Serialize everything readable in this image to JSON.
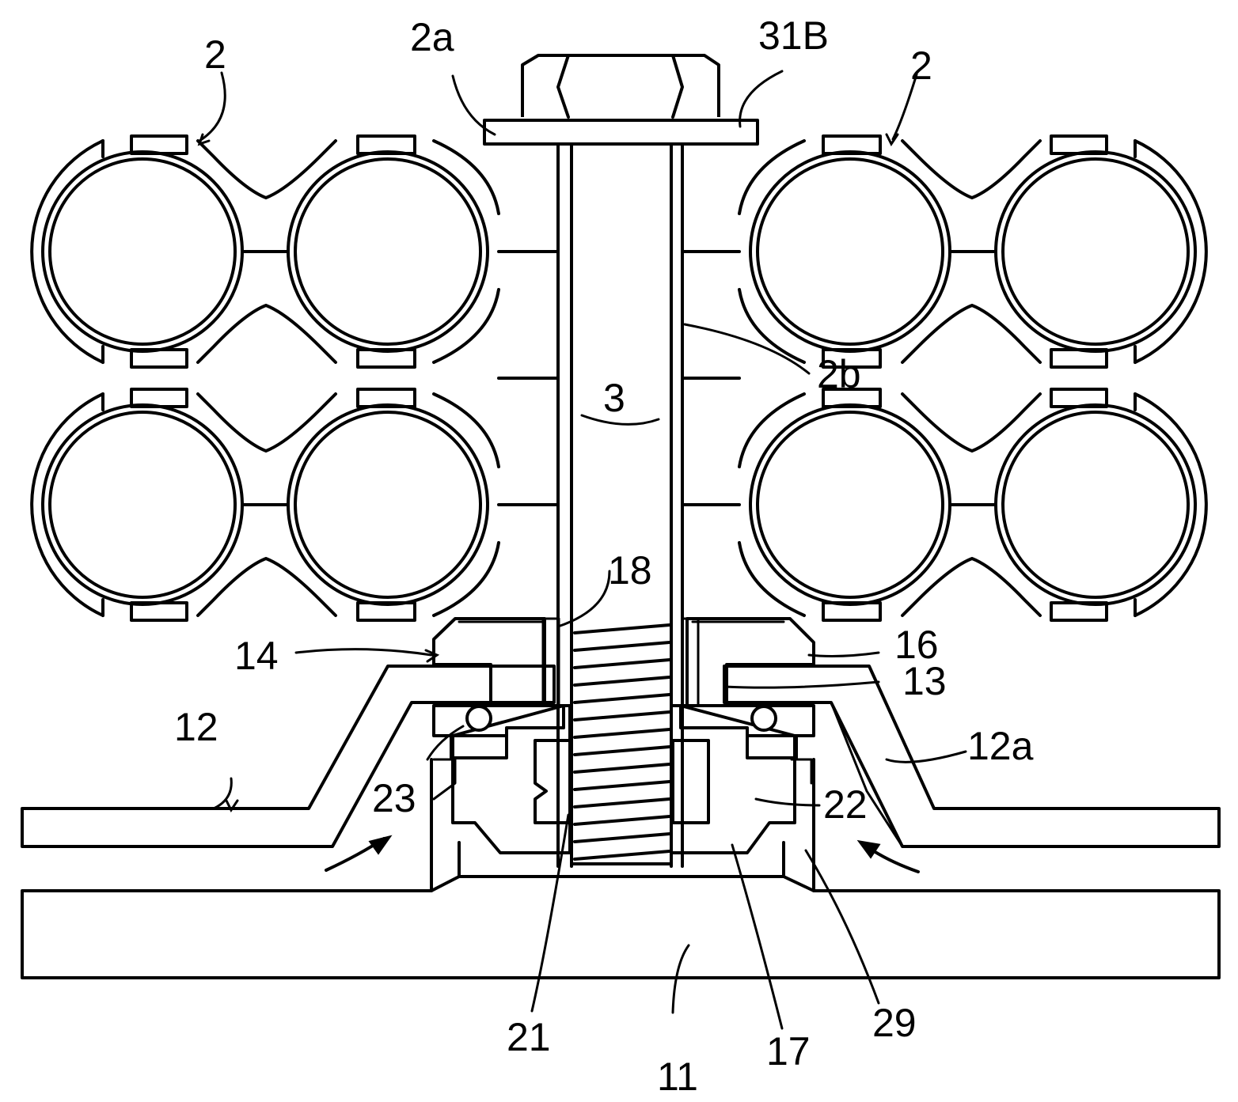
{
  "labels": {
    "l_2_left": "2",
    "l_2a": "2a",
    "l_31B": "31B",
    "l_2_right": "2",
    "l_2b": "2b",
    "l_3": "3",
    "l_18": "18",
    "l_14": "14",
    "l_16": "16",
    "l_13": "13",
    "l_12": "12",
    "l_12a": "12a",
    "l_23": "23",
    "l_22": "22",
    "l_21": "21",
    "l_11": "11",
    "l_17": "17",
    "l_29": "29"
  }
}
